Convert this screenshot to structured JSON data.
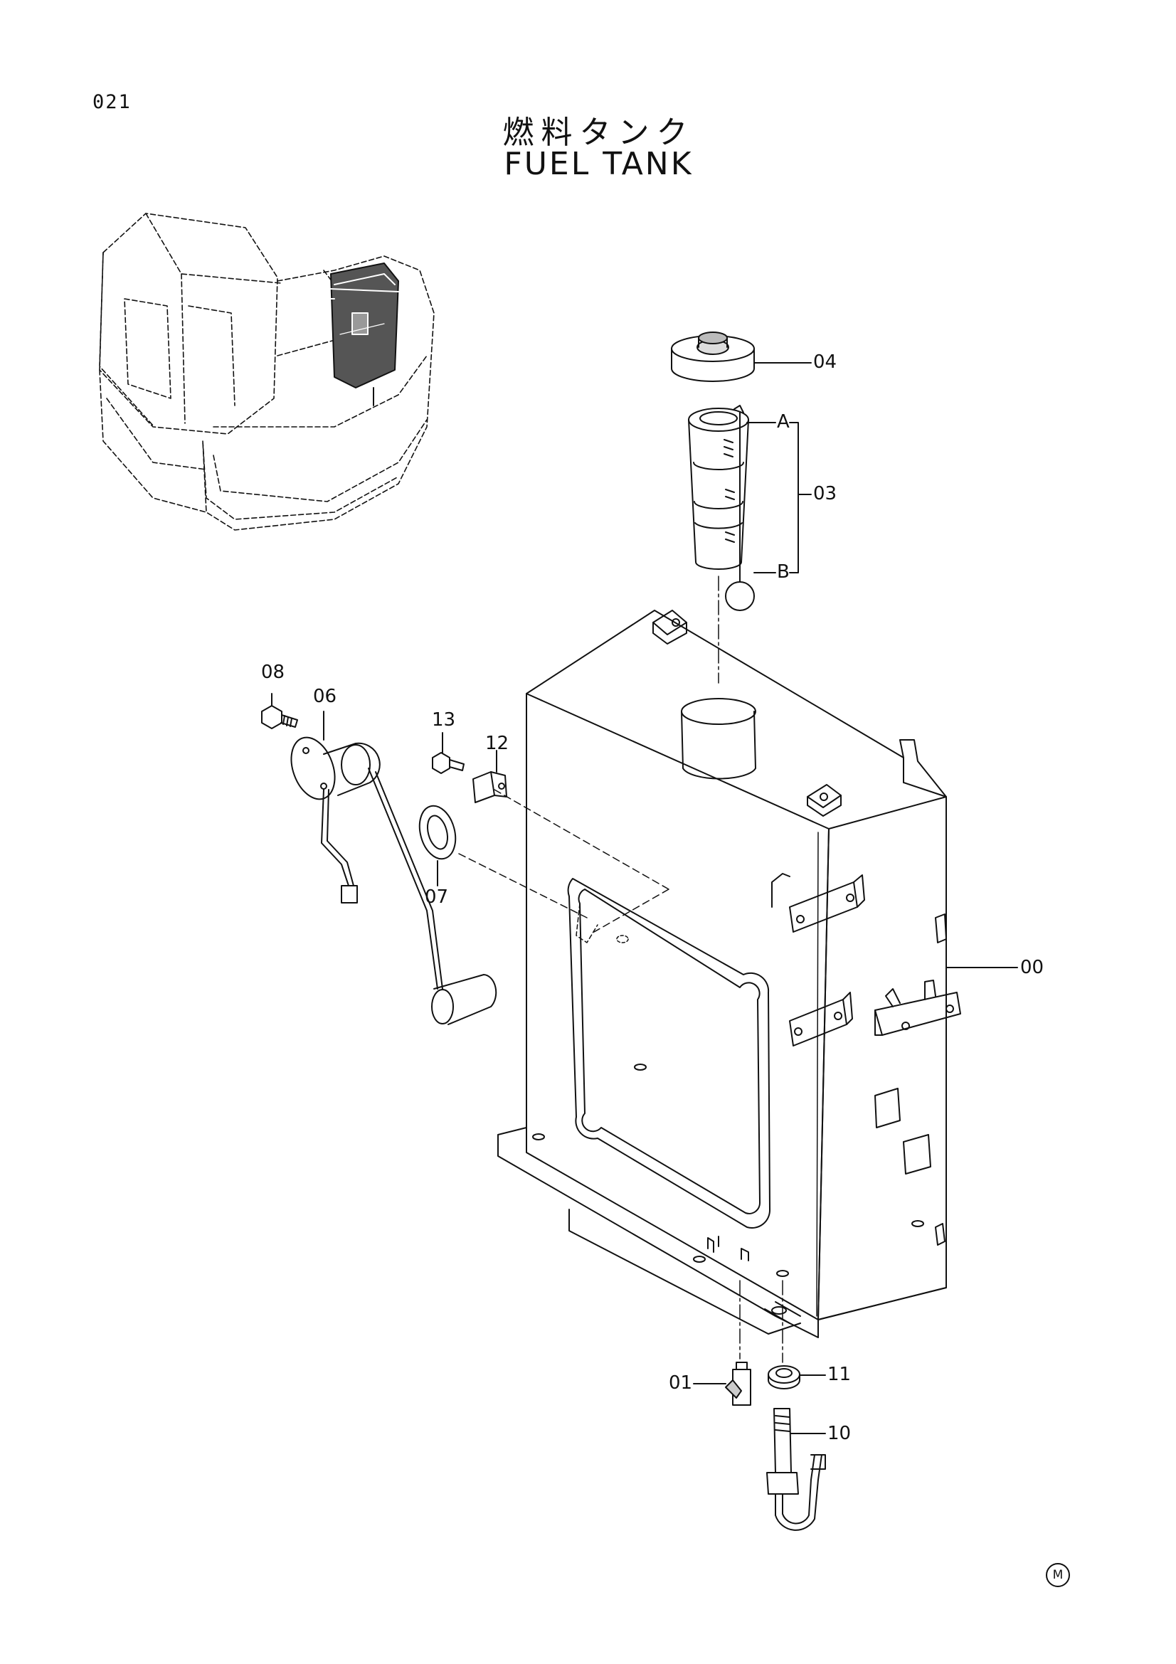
{
  "page": {
    "number": "021",
    "title_jp": "燃料タンク",
    "title_en": "FUEL TANK"
  },
  "callouts": {
    "c00": "00",
    "c01": "01",
    "c03": "03",
    "c04": "04",
    "c06": "06",
    "c07": "07",
    "c08": "08",
    "c10": "10",
    "c11": "11",
    "c12": "12",
    "c13": "13",
    "cA": "A",
    "cB": "B"
  },
  "mark": "M"
}
